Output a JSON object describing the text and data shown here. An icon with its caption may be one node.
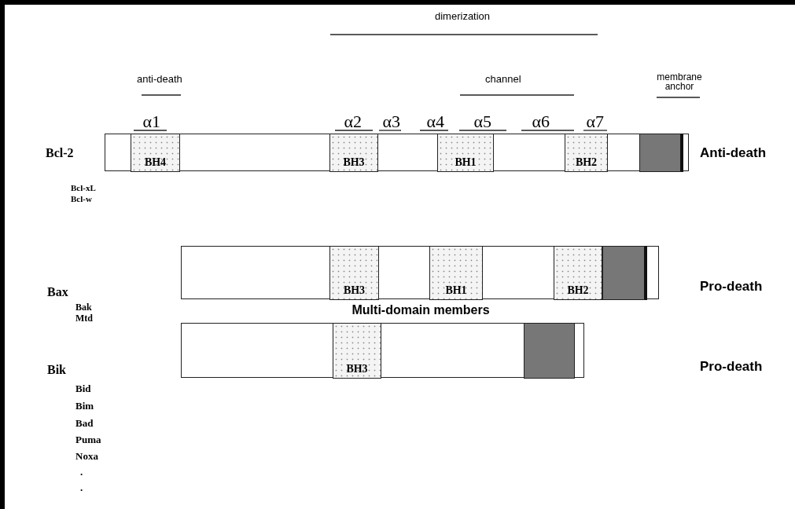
{
  "diagram": {
    "nodes": [
      {
        "text": [],
        "shape": "bar"
      },
      {
        "text": [
          "BH4"
        ],
        "in": 0
      },
      {
        "text": [
          "BH3"
        ],
        "in": 0
      },
      {
        "text": [
          "BH1"
        ],
        "in": 0
      },
      {
        "text": [
          "BH2"
        ],
        "in": 0
      },
      {
        "text": [],
        "shape": "box",
        "in": 0
      },
      {
        "text": [],
        "shape": "bar"
      },
      {
        "text": [
          "BH3"
        ],
        "in": 6
      },
      {
        "text": [
          "BH1"
        ],
        "in": 6
      },
      {
        "text": [
          "BH2"
        ],
        "in": 6
      },
      {
        "text": [],
        "shape": "box",
        "in": 6
      },
      {
        "text": [],
        "shape": "bar"
      },
      {
        "text": [
          "BH3"
        ],
        "in": 11
      },
      {
        "text": [],
        "shape": "box",
        "in": 11
      }
    ],
    "edges": [],
    "labels": [
      "dimerization",
      "anti-death",
      "channel",
      "membrane anchor",
      "α1",
      "α2",
      "α3",
      "α4",
      "α5",
      "α6",
      "α7",
      "Bcl-2",
      "Anti-death",
      "Bcl-xL",
      "Bcl-w",
      "Bax",
      "Pro-death",
      "Bak",
      "Mtd",
      "Multi-domain members",
      "Bik",
      "Pro-death",
      "Bid",
      "Bim",
      "Bad",
      "Puma",
      "Noxa",
      ".",
      "."
    ]
  }
}
